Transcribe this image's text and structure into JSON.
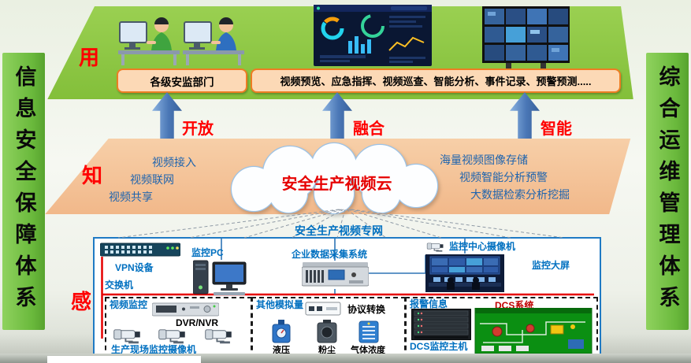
{
  "pillars": {
    "left": "信息安全保障体系",
    "right": "综合运维管理体系"
  },
  "layer_labels": {
    "use": "用",
    "know": "知",
    "sense": "感"
  },
  "application_layer": {
    "dept_box": "各级安监部门",
    "functions_box": "视频预览、应急指挥、视频巡查、智能分析、事件记录、预警预测.....",
    "arrows": [
      {
        "label": "开放"
      },
      {
        "label": "融合"
      },
      {
        "label": "智能"
      }
    ]
  },
  "cloud_layer": {
    "title": "安全生产视频云",
    "left_capabilities": [
      "视频接入",
      "视频联网",
      "视频共享"
    ],
    "right_capabilities": [
      "海量视频图像存储",
      "视频智能分析预警",
      "大数据检索分析挖掘"
    ]
  },
  "network_label": "安全生产视频专网",
  "perception_layer": {
    "vpn_label": "VPN设备",
    "switch_label": "交换机",
    "monitor_pc_label": "监控PC",
    "collector_label": "企业数据采集系统",
    "center_camera_label": "监控中心摄像机",
    "big_screen_label": "监控大屏",
    "video_group": {
      "title": "视频监控",
      "device": "DVR/NVR",
      "caption": "生产现场监控摄像机"
    },
    "analog_group": {
      "title": "其他模拟量",
      "device": "协议转换",
      "sensors": [
        "液压",
        "粉尘",
        "气体浓度"
      ]
    },
    "alarm_group": {
      "title": "报警信息",
      "system": "DCS系统",
      "host": "DCS监控主机"
    }
  },
  "colors": {
    "pillar_green": "#6ab93c",
    "app_layer_green": "#8cc63f",
    "cloud_layer_salmon": "#f5c49c",
    "arrow_blue": "#4a77b6",
    "accent_red": "#ff0000",
    "label_blue": "#0070c0",
    "orange_box_fill": "#fcd9b6",
    "orange_box_border": "#ed7d23"
  }
}
